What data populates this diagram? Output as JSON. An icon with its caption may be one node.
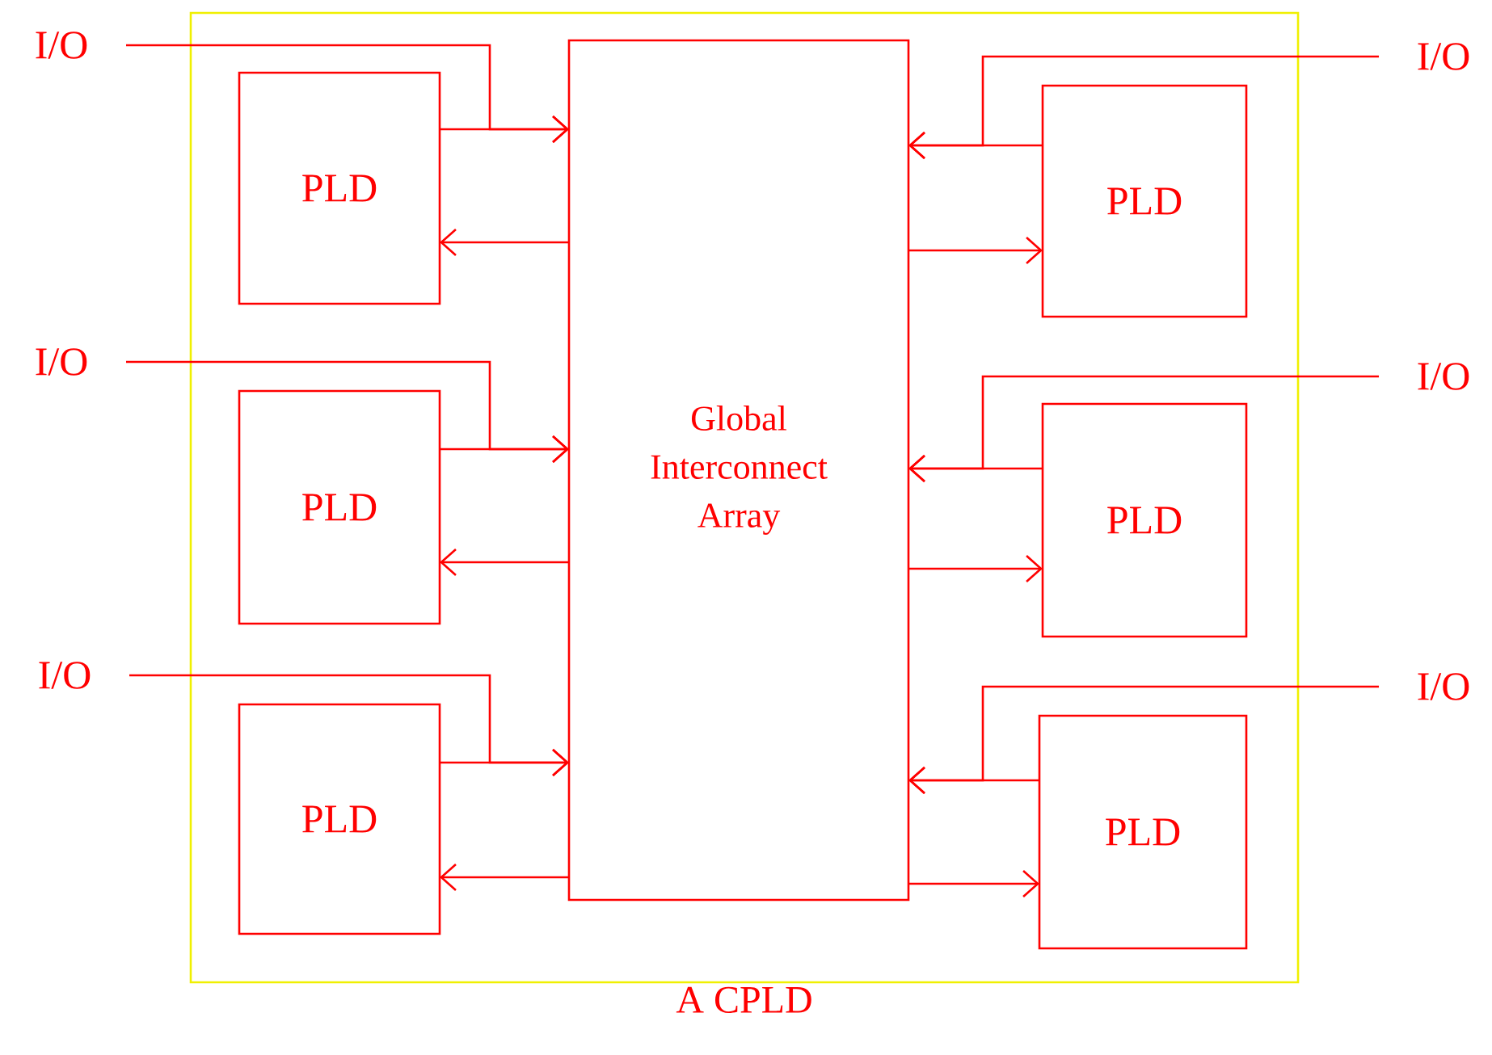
{
  "diagram": {
    "nodes": [
      {
        "text": [
          "A CPLD"
        ]
      },
      {
        "text": [
          "Global Interconnect Array"
        ],
        "in": 0
      },
      {
        "text": [
          "PLD"
        ],
        "in": 0
      },
      {
        "text": [
          "PLD"
        ],
        "in": 0
      },
      {
        "text": [
          "PLD"
        ],
        "in": 0
      },
      {
        "text": [
          "PLD"
        ],
        "in": 0
      },
      {
        "text": [
          "PLD"
        ],
        "in": 0
      },
      {
        "text": [
          "PLD"
        ],
        "in": 0
      },
      {
        "text": [
          "I/O"
        ]
      },
      {
        "text": [
          "I/O"
        ]
      },
      {
        "text": [
          "I/O"
        ]
      },
      {
        "text": [
          "I/O"
        ]
      },
      {
        "text": [
          "I/O"
        ]
      },
      {
        "text": [
          "I/O"
        ]
      }
    ],
    "edges": [
      {
        "from": 8,
        "to": 1,
        "arrow": "to"
      },
      {
        "from": 2,
        "to": 1,
        "arrow": "to"
      },
      {
        "from": 1,
        "to": 2,
        "arrow": "to"
      },
      {
        "from": 9,
        "to": 1,
        "arrow": "to"
      },
      {
        "from": 3,
        "to": 1,
        "arrow": "to"
      },
      {
        "from": 1,
        "to": 3,
        "arrow": "to"
      },
      {
        "from": 10,
        "to": 1,
        "arrow": "to"
      },
      {
        "from": 4,
        "to": 1,
        "arrow": "to"
      },
      {
        "from": 1,
        "to": 4,
        "arrow": "to"
      },
      {
        "from": 11,
        "to": 1,
        "arrow": "to"
      },
      {
        "from": 5,
        "to": 1,
        "arrow": "to"
      },
      {
        "from": 1,
        "to": 5,
        "arrow": "to"
      },
      {
        "from": 12,
        "to": 1,
        "arrow": "to"
      },
      {
        "from": 6,
        "to": 1,
        "arrow": "to"
      },
      {
        "from": 1,
        "to": 6,
        "arrow": "to"
      },
      {
        "from": 13,
        "to": 1,
        "arrow": "to"
      },
      {
        "from": 7,
        "to": 1,
        "arrow": "to"
      },
      {
        "from": 1,
        "to": 7,
        "arrow": "to"
      }
    ]
  }
}
